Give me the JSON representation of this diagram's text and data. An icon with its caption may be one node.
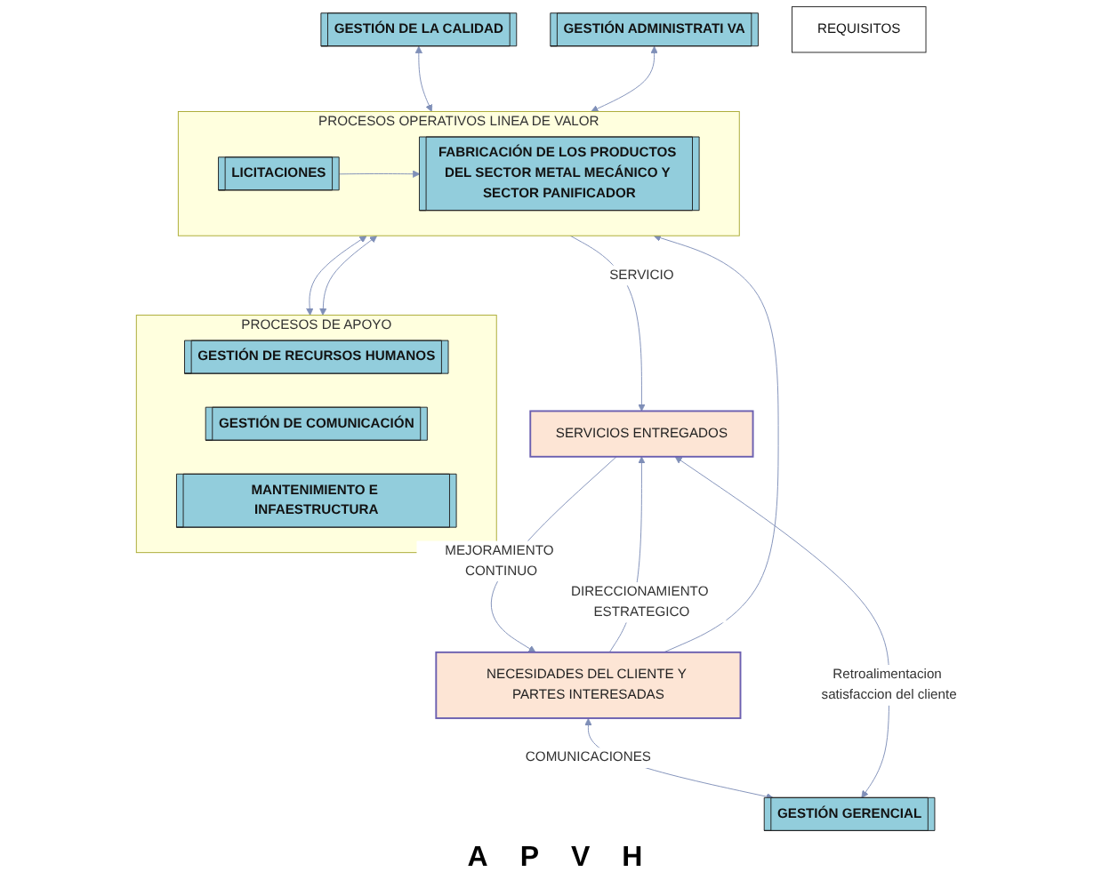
{
  "diagram": {
    "nodes": [
      {
        "text": [
          "NECESIDADES DEL CLIENTE Y PARTES INTERESADAS"
        ]
      },
      {
        "text": [
          "SERVICIOS ENTREGADOS"
        ]
      },
      {
        "text": [
          "GESTIÓN GERENCIAL"
        ]
      },
      {
        "text": [
          "GESTIÓN DE LA CALIDAD"
        ]
      },
      {
        "text": [
          "GESTIÓN ADMINISTRATI VA"
        ]
      },
      {
        "text": [
          "REQUISITOS"
        ]
      },
      {
        "text": [
          "PROCESOS OPERATIVOS LINEA DE VALOR"
        ]
      },
      {
        "text": [
          "LICITACIONES"
        ],
        "in": 6
      },
      {
        "text": [
          "FABRICACIÓN DE LOS PRODUCTOS DEL SECTOR METAL MECÁNICO Y SECTOR PANIFICADOR"
        ],
        "in": 6
      },
      {
        "text": [
          "PROCESOS DE APOYO"
        ]
      },
      {
        "text": [
          "GESTIÓN DE RECURSOS HUMANOS"
        ],
        "in": 9
      },
      {
        "text": [
          "GESTIÓN DE COMUNICACIÓN"
        ],
        "in": 9
      },
      {
        "text": [
          "MANTENIMIENTO E INFAESTRUCTURA"
        ],
        "in": 9
      }
    ],
    "edges": [
      {
        "from": 0,
        "to": 1,
        "arrow": "to",
        "label": "DIRECCIONAMIENTO ESTRATEGICO"
      },
      {
        "from": 0,
        "to": 2,
        "arrow": "both",
        "label": "COMUNICACIONES"
      },
      {
        "from": 2,
        "to": 1,
        "arrow": "both",
        "label": "Retroalimentacion satisfaccion del cliente"
      },
      {
        "from": 3,
        "to": 6,
        "arrow": "both"
      },
      {
        "from": 4,
        "to": 6,
        "arrow": "both"
      },
      {
        "from": 0,
        "to": 6,
        "arrow": "to"
      },
      {
        "from": 7,
        "to": 8,
        "arrow": "to"
      },
      {
        "from": 6,
        "to": 1,
        "arrow": "to",
        "label": "SERVICIO"
      },
      {
        "from": 6,
        "to": 9,
        "arrow": "both"
      },
      {
        "from": 6,
        "to": 9,
        "arrow": "both"
      },
      {
        "from": 1,
        "to": 0,
        "arrow": "to",
        "label": "MEJORAMIENTO CONTINUO"
      }
    ],
    "labels": [
      "A",
      "P",
      "V",
      "H"
    ]
  }
}
